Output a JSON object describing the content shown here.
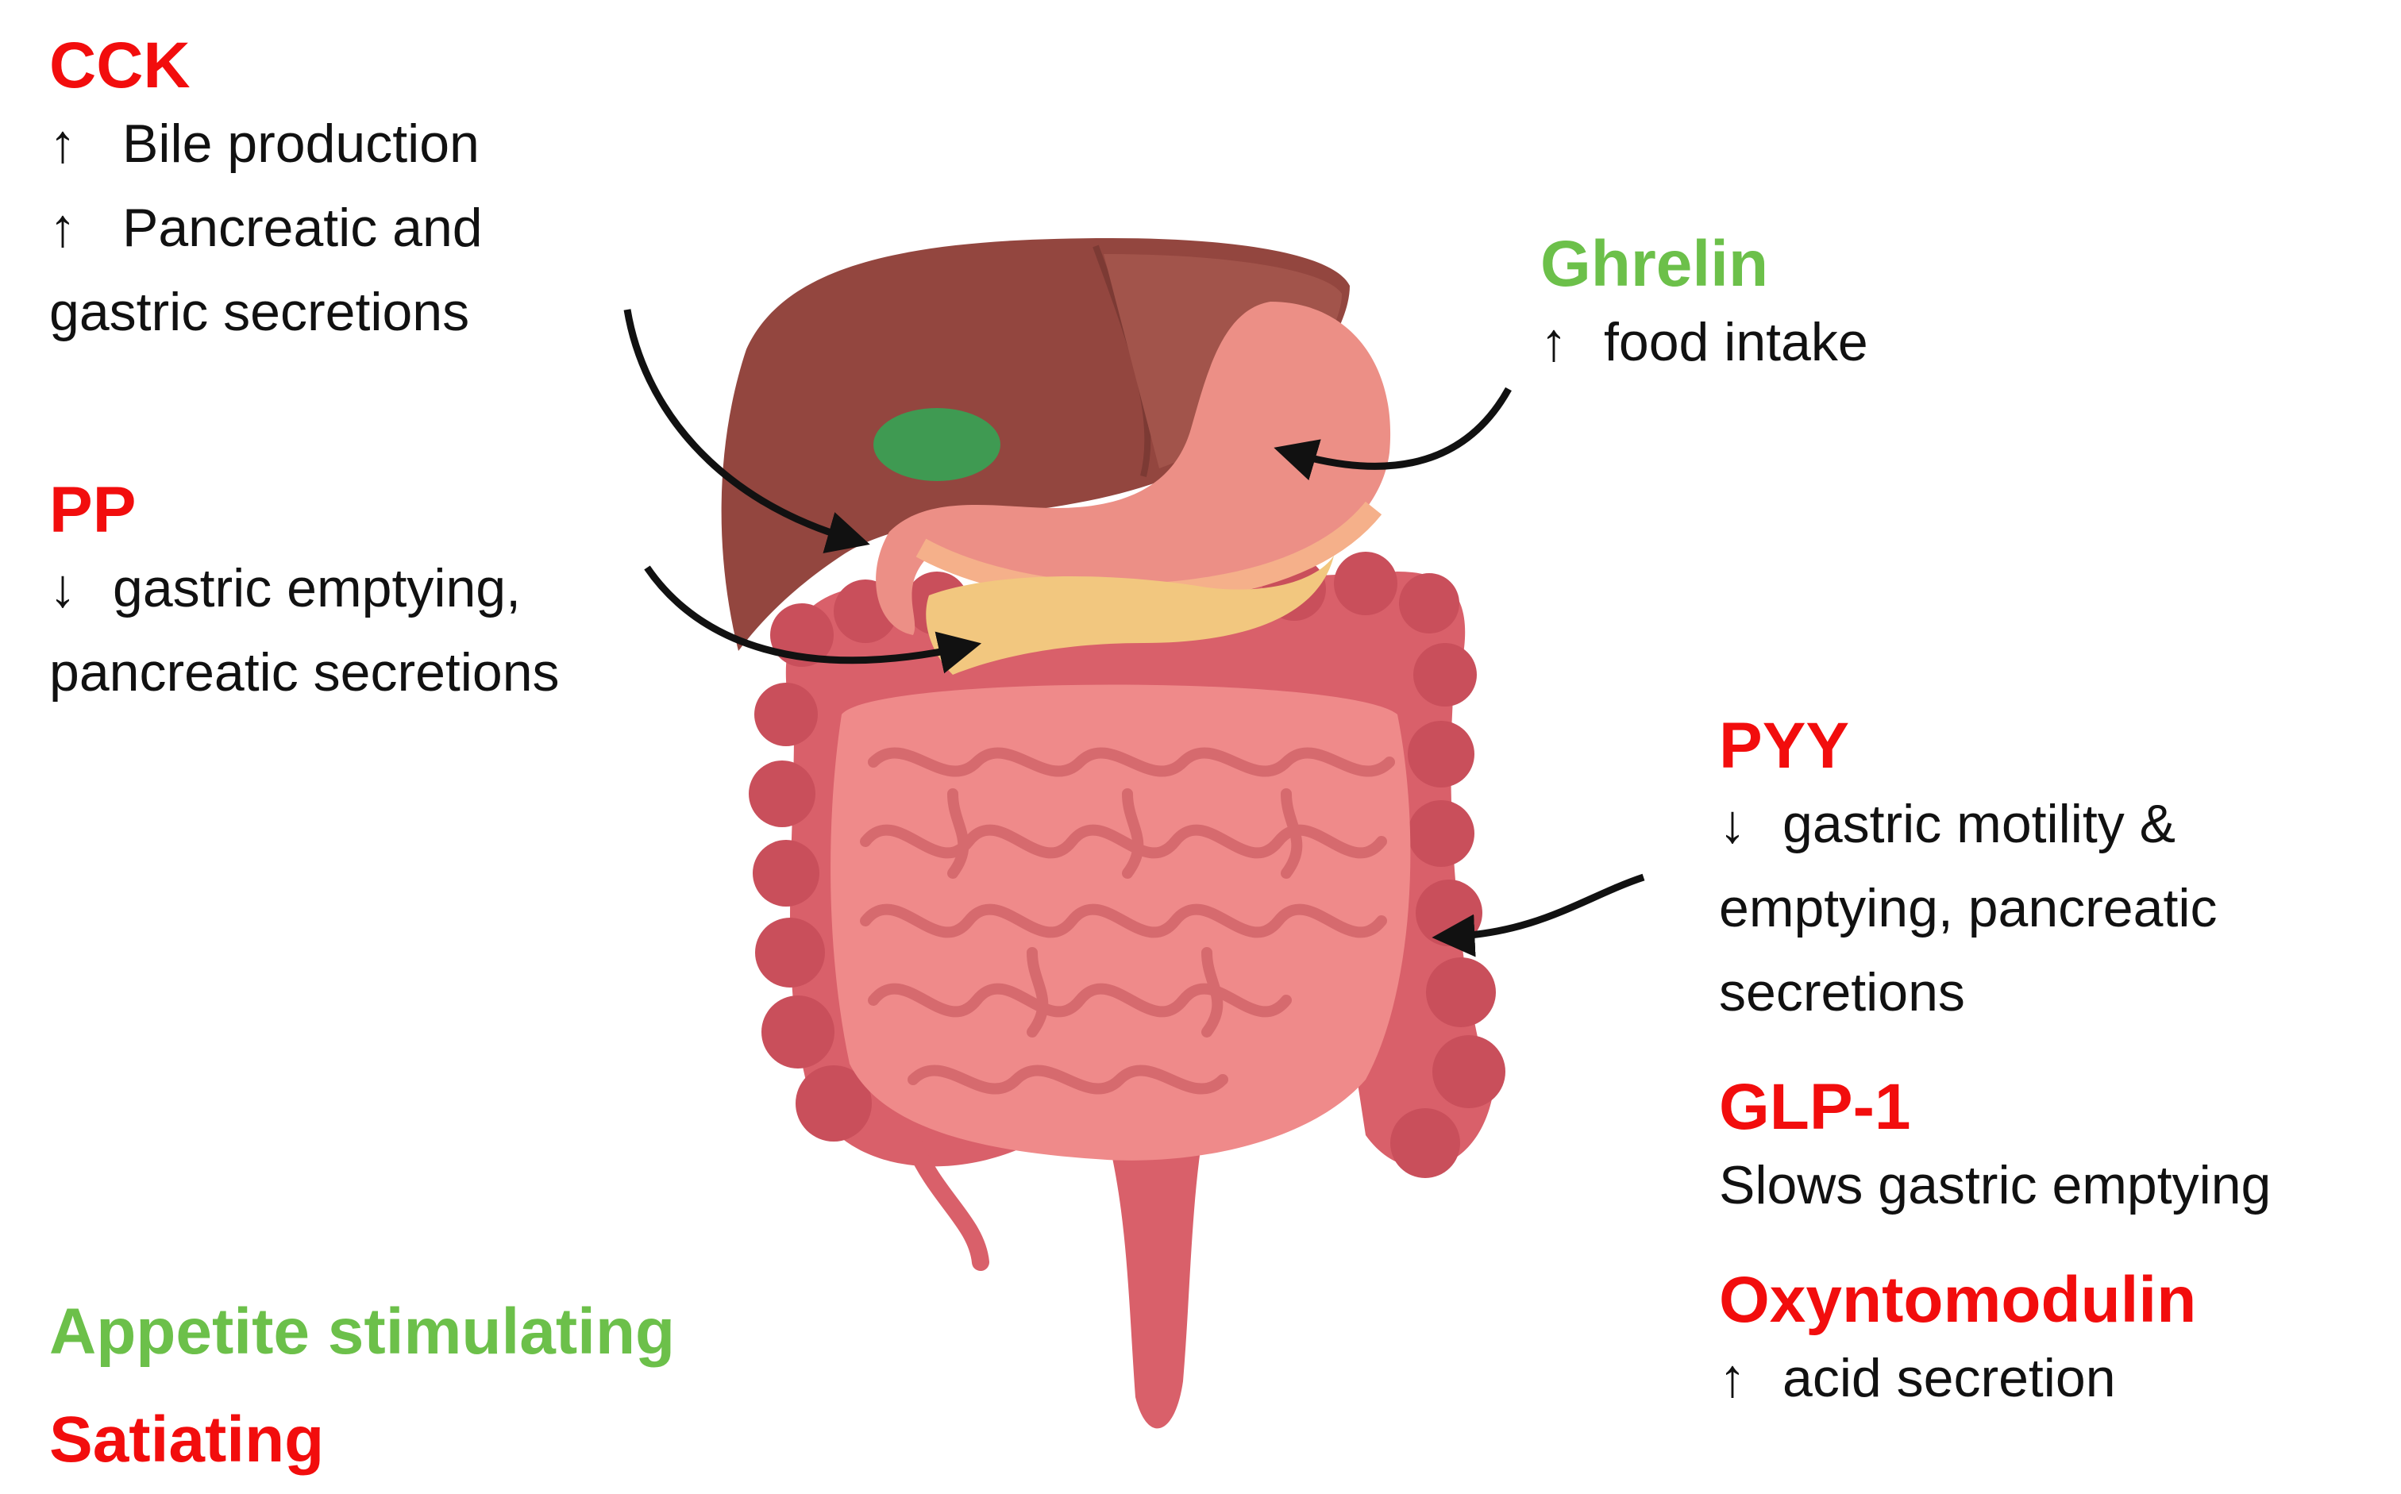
{
  "colors": {
    "satiating": "#f20d0d",
    "stimulating": "#6cc04a",
    "text": "#111111",
    "arrow": "#111111"
  },
  "cck": {
    "title": "CCK",
    "lines": [
      {
        "arrow": "↑",
        "text": "Bile production"
      },
      {
        "arrow": "↑",
        "text": "Pancreatic and"
      },
      {
        "arrow": "",
        "text": "gastric secretions"
      }
    ]
  },
  "pp": {
    "title": "PP",
    "lines": [
      {
        "arrow": "↓",
        "text": "gastric emptying,"
      },
      {
        "arrow": "",
        "text": "pancreatic secretions"
      }
    ]
  },
  "ghrelin": {
    "title": "Ghrelin",
    "lines": [
      {
        "arrow": "↑",
        "text": "food intake"
      }
    ]
  },
  "pyy": {
    "title": "PYY",
    "lines": [
      {
        "arrow": "↓",
        "text": "gastric motility &"
      },
      {
        "arrow": "",
        "text": "emptying, pancreatic"
      },
      {
        "arrow": "",
        "text": "secretions"
      }
    ]
  },
  "glp1": {
    "title": "GLP-1",
    "lines": [
      {
        "arrow": "",
        "text": "Slows gastric emptying"
      }
    ]
  },
  "oxm": {
    "title": "Oxyntomodulin",
    "lines": [
      {
        "arrow": "↑",
        "text": "acid secretion"
      }
    ]
  },
  "legend": {
    "stimulating": "Appetite stimulating",
    "satiating": "Satiating"
  },
  "organs": [
    "liver",
    "gallbladder",
    "stomach",
    "pancreas",
    "small-intestine",
    "large-intestine"
  ]
}
